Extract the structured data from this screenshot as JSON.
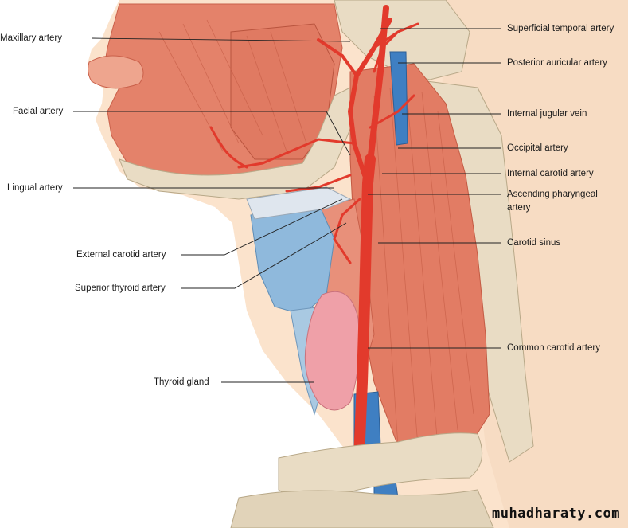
{
  "labels_left": {
    "maxillary": "Maxillary artery",
    "facial": "Facial artery",
    "lingual": "Lingual artery",
    "external_carotid": "External carotid artery",
    "superior_thyroid": "Superior thyroid artery",
    "thyroid_gland": "Thyroid gland"
  },
  "labels_right": {
    "superficial_temporal": "Superficial temporal artery",
    "posterior_auricular": "Posterior auricular artery",
    "internal_jugular": "Internal jugular vein",
    "occipital": "Occipital artery",
    "internal_carotid": "Internal carotid artery",
    "ascending_pharyngeal": "Ascending pharyngeal",
    "ascending_pharyngeal_2": "artery",
    "carotid_sinus": "Carotid sinus",
    "common_carotid": "Common carotid artery"
  },
  "watermark": "muhadharaty.com",
  "colors": {
    "muscle": "#e4826a",
    "muscle_dark": "#c9604a",
    "skin": "#fbe3cc",
    "bone": "#e9dcc4",
    "artery": "#e23a2c",
    "vein": "#3f7fc2",
    "cartilage": "#8fb9dc",
    "thyroid": "#efa0a8"
  }
}
